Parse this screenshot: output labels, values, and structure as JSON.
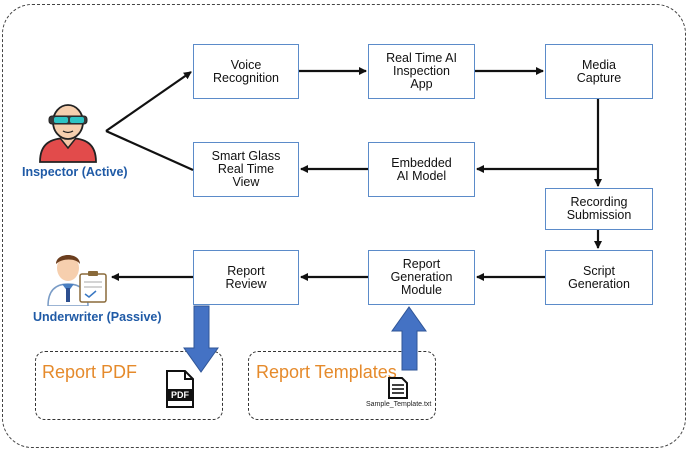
{
  "actors": {
    "inspector": "Inspector (Active)",
    "underwriter": "Underwriter (Passive)"
  },
  "boxes": {
    "voice_recognition": "Voice\nRecognition",
    "realtime_ai_app": "Real Time AI\nInspection\nApp",
    "media_capture": "Media\nCapture",
    "smart_glass_view": "Smart Glass\nReal Time\nView",
    "embedded_ai_model": "Embedded\nAI Model",
    "recording_submission": "Recording\nSubmission",
    "script_generation": "Script\nGeneration",
    "report_generation_module": "Report\nGeneration\nModule",
    "report_review": "Report\nReview"
  },
  "outputs": {
    "report_pdf": "Report PDF",
    "report_templates": "Report Templates",
    "pdf_icon_text": "PDF",
    "template_filename": "Sample_Template.txt"
  },
  "colors": {
    "box_border": "#5b8bc9",
    "actor_label": "#1f5aa6",
    "output_label": "#e58a2b",
    "block_arrow": "#4472c4"
  }
}
